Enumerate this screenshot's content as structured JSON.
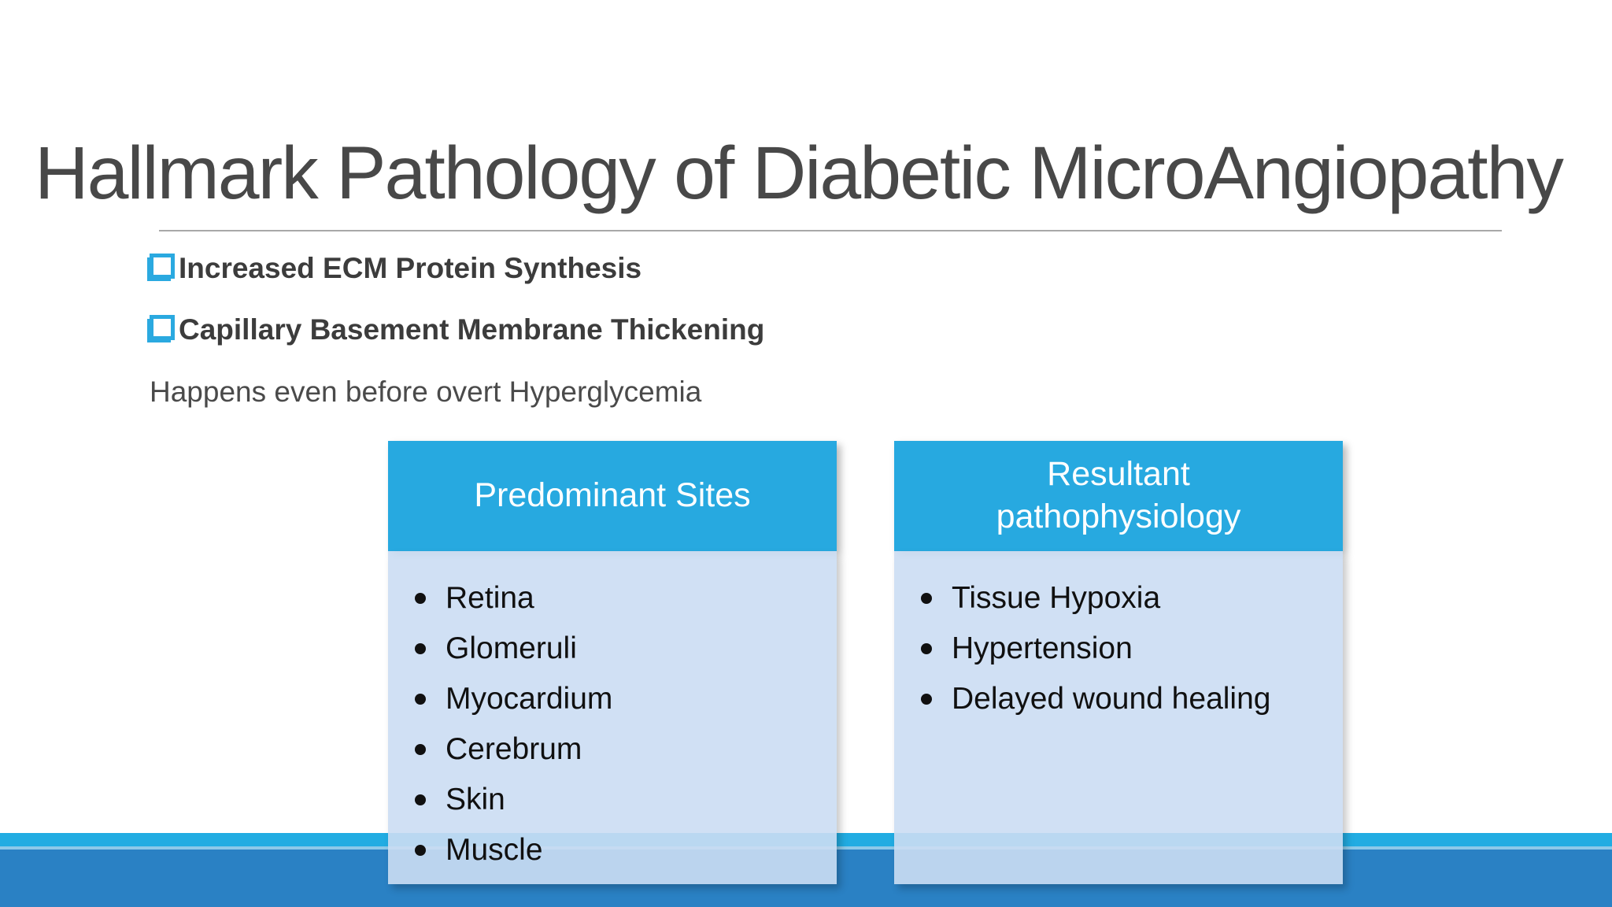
{
  "slide": {
    "title": "Hallmark Pathology of Diabetic MicroAngiopathy",
    "checklist": [
      {
        "label": "Increased ECM Protein Synthesis"
      },
      {
        "label": "Capillary Basement Membrane Thickening"
      }
    ],
    "note": "Happens even before overt Hyperglycemia",
    "tables": [
      {
        "header": "Predominant Sites",
        "items": [
          "Retina",
          "Glomeruli",
          "Myocardium",
          "Cerebrum",
          "Skin",
          "Muscle"
        ]
      },
      {
        "header": "Resultant pathophysiology",
        "items": [
          "Tissue Hypoxia",
          "Hypertension",
          "Delayed wound healing"
        ]
      }
    ],
    "icons": {
      "checkbox": "open-square-checkbox",
      "bullet": "filled-round-bullet"
    }
  },
  "colors": {
    "title_gray": "#484848",
    "rule_gray": "#a8a8a8",
    "text_dark": "#3c3c3c",
    "text_mid": "#4a4a4a",
    "accent_cyan": "#2aa9e0",
    "header_blue": "#27a9e0",
    "body_blue": "rgba(203,221,243,0.9)",
    "stripe_cyan": "#21ace2",
    "stripe_light": "#8cc9e9",
    "bar_blue": "#2a81c4",
    "item_dark": "#101010"
  }
}
